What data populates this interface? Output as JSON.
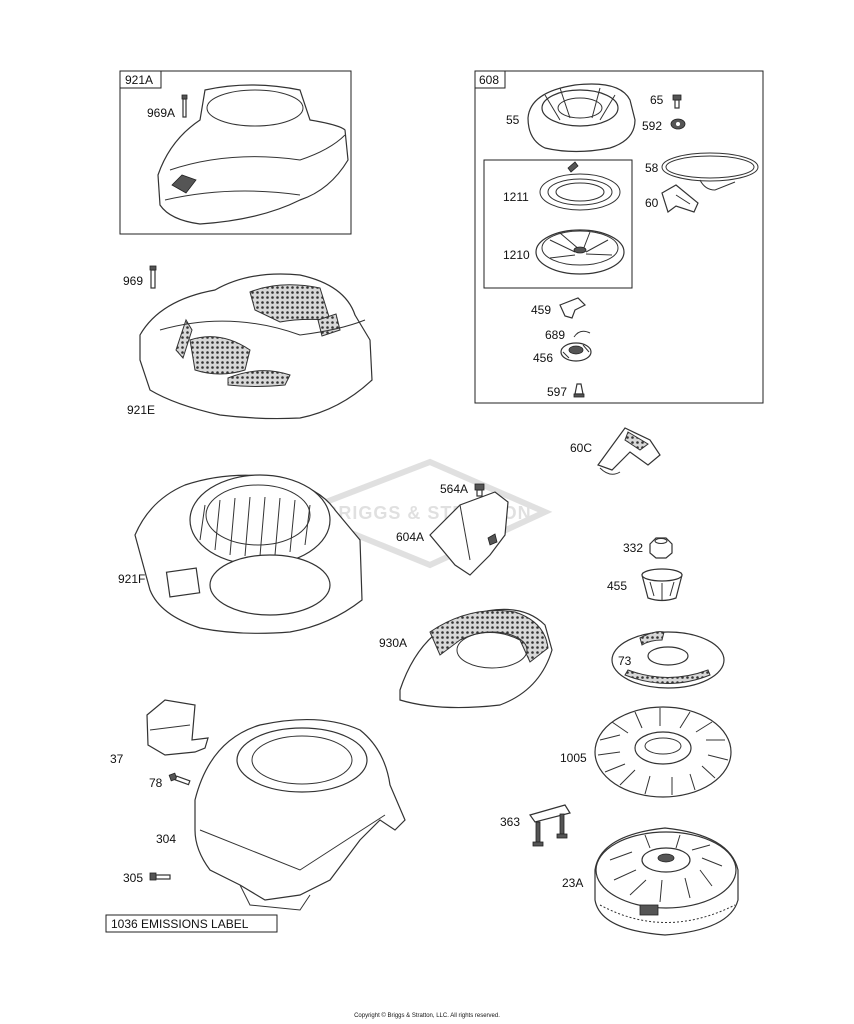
{
  "boxes": {
    "blower_kit": "921A",
    "starter_kit": "608"
  },
  "labels": {
    "p969A": "969A",
    "p969": "969",
    "p921E": "921E",
    "p921F": "921F",
    "p37": "37",
    "p78": "78",
    "p304": "304",
    "p305": "305",
    "p55": "55",
    "p65": "65",
    "p592": "592",
    "p58": "58",
    "p60": "60",
    "p1211": "1211",
    "p1210": "1210",
    "p459": "459",
    "p689": "689",
    "p456": "456",
    "p597": "597",
    "p60C": "60C",
    "p564A": "564A",
    "p604A": "604A",
    "p930A": "930A",
    "p332": "332",
    "p455": "455",
    "p73": "73",
    "p1005": "1005",
    "p363": "363",
    "p23A": "23A"
  },
  "emissions_label": "1036 EMISSIONS LABEL",
  "watermark": "BRIGGS & STRATTON",
  "copyright": "Copyright © Briggs & Stratton, LLC. All rights reserved."
}
